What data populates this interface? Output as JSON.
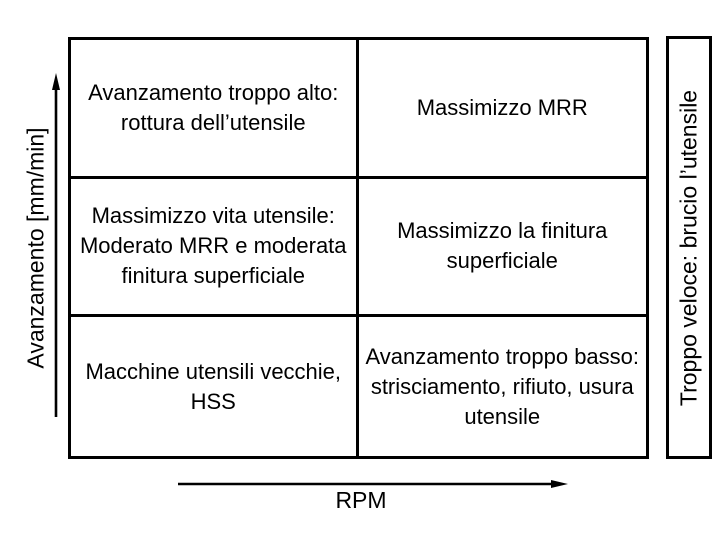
{
  "axes": {
    "y_label": "Avanzamento [mm/min]",
    "x_label": "RPM"
  },
  "matrix": {
    "cells": [
      {
        "position": "row1-col1",
        "text": "Avanzamento troppo alto:\nrottura dell’utensile"
      },
      {
        "position": "row1-col2",
        "text": "Massimizzo MRR"
      },
      {
        "position": "row2-col1",
        "text": "Massimizzo vita utensile:\nModerato MRR e moderata\nfinitura superficiale"
      },
      {
        "position": "row2-col2",
        "text": "Massimizzo la finitura\nsuperficiale"
      },
      {
        "position": "row3-col1",
        "text": "Macchine utensili vecchie,\nHSS"
      },
      {
        "position": "row3-col2",
        "text": "Avanzamento troppo basso:\nstrisciamento, rifiuto, usura\nutensile"
      }
    ]
  },
  "side_panel": {
    "label": "Troppo veloce: brucio l’utensile"
  },
  "colors": {
    "background": "#ffffff",
    "line": "#000000",
    "text": "#000000"
  }
}
